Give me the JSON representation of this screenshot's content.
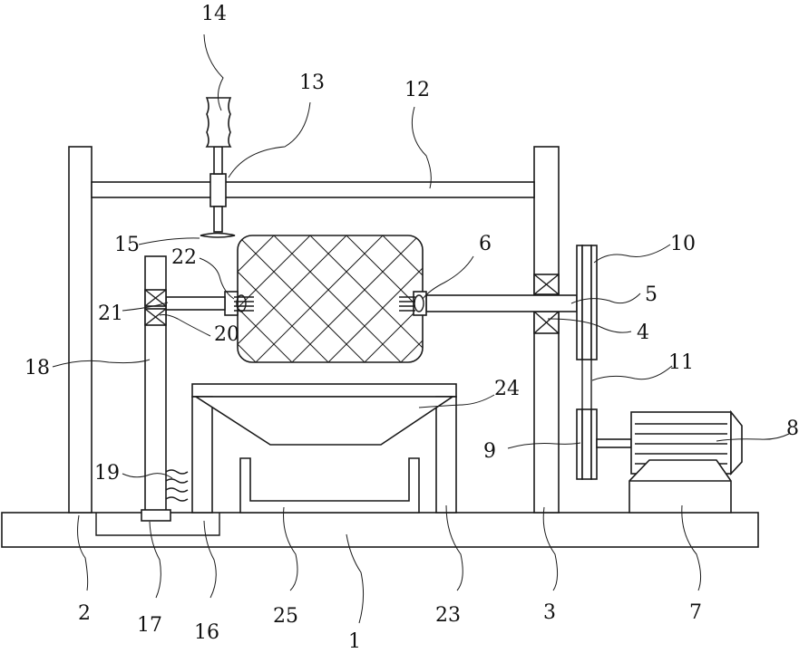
{
  "labels": {
    "l1": "1",
    "l2": "2",
    "l3": "3",
    "l4": "4",
    "l5": "5",
    "l6": "6",
    "l7": "7",
    "l8": "8",
    "l9": "9",
    "l10": "10",
    "l11": "11",
    "l12": "12",
    "l13": "13",
    "l14": "14",
    "l15": "15",
    "l16": "16",
    "l17": "17",
    "l18": "18",
    "l19": "19",
    "l20": "20",
    "l21": "21",
    "l22": "22",
    "l23": "23",
    "l24": "24",
    "l25": "25"
  }
}
